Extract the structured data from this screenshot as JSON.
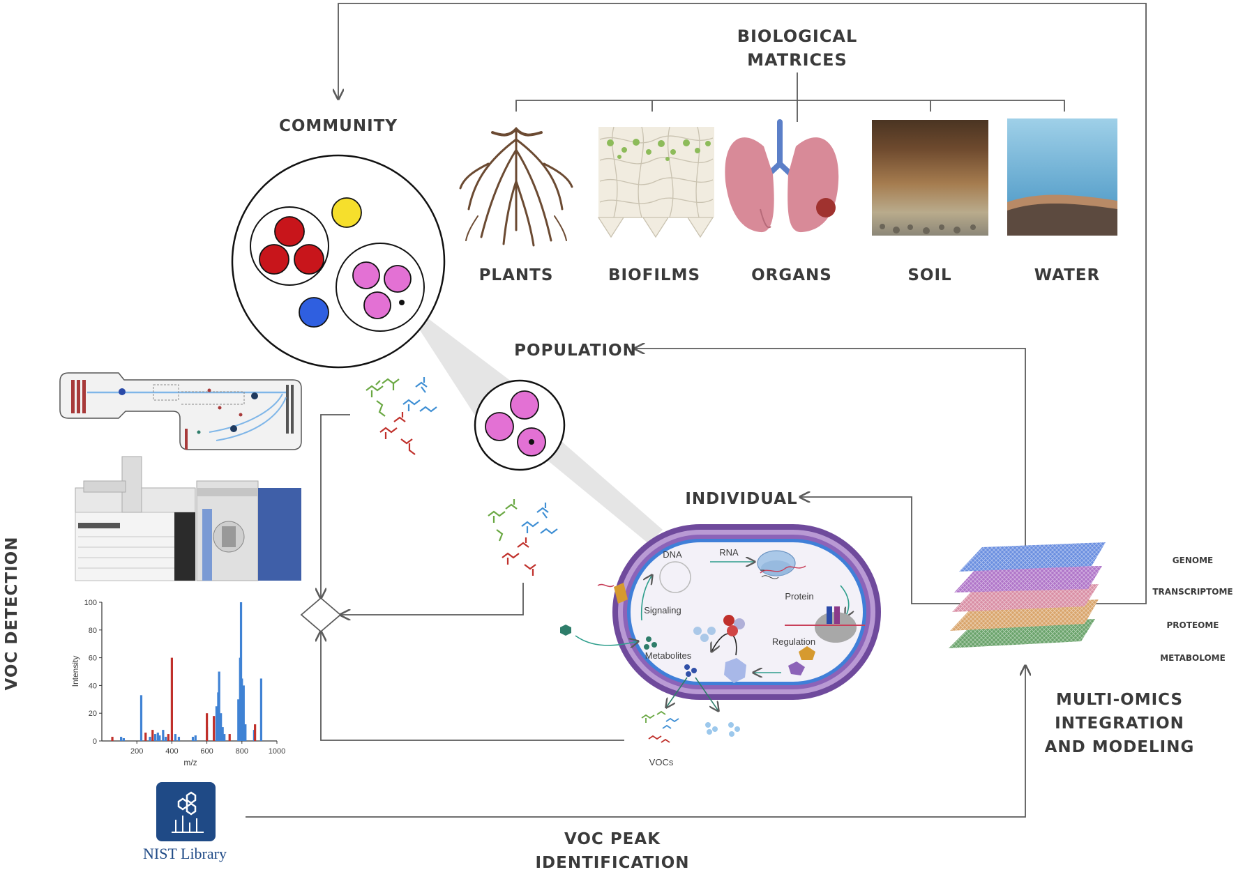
{
  "labels": {
    "biological_matrices": [
      "BIOLOGICAL",
      "MATRICES"
    ],
    "community": "COMMUNITY",
    "population": "POPULATION",
    "individual": "INDIVIDUAL",
    "voc_detection": "VOC DETECTION",
    "voc_peak_identification": [
      "VOC PEAK",
      "IDENTIFICATION"
    ],
    "multi_omics": [
      "MULTI-OMICS",
      "INTEGRATION",
      "AND MODELING"
    ],
    "nist_library": "NIST Library"
  },
  "matrices": [
    "PLANTS",
    "BIOFILMS",
    "ORGANS",
    "SOIL",
    "WATER"
  ],
  "omics_layers": [
    "GENOME",
    "TRANSCRIPTOME",
    "PROTEOME",
    "METABOLOME"
  ],
  "cell_labels": {
    "dna": "DNA",
    "rna": "RNA",
    "protein": "Protein",
    "signaling": "Signaling",
    "regulation": "Regulation",
    "metabolites": "Metabolites",
    "vocs": "VOCs"
  },
  "colors": {
    "line": "#5a5a5a",
    "red_cell": "#c8151b",
    "pink_cell": "#e371d4",
    "yellow_cell": "#f6df2c",
    "blue_cell": "#2f5fe0",
    "membrane_outer": "#6f4a9c",
    "membrane_inner": "#3f7fd8",
    "nist_blue": "#1f4a86",
    "spectrum_blue": "#3f82d4",
    "spectrum_red": "#c0302b",
    "genome": "#6b8fe0",
    "transcriptome": "#b076c9",
    "proteome": "#d98fa5",
    "proteome2": "#d9a56c",
    "metabolome": "#6aa36b"
  },
  "chart_data": {
    "type": "bar",
    "xlabel": "m/z",
    "ylabel": "Intensity",
    "xlim": [
      0,
      1000
    ],
    "ylim": [
      0,
      100
    ],
    "xticks": [
      200,
      400,
      600,
      800,
      1000
    ],
    "yticks": [
      0,
      20,
      40,
      60,
      80,
      100
    ],
    "series": [
      {
        "color": "blue",
        "x": [
          110,
          125,
          225,
          275,
          305,
          320,
          330,
          350,
          365,
          420,
          440,
          520,
          535,
          600,
          655,
          665,
          670,
          680,
          690,
          700,
          780,
          790,
          795,
          800,
          810,
          820,
          870,
          910
        ],
        "values": [
          3,
          2,
          33,
          3,
          5,
          6,
          4,
          8,
          3,
          5,
          3,
          3,
          4,
          10,
          25,
          35,
          50,
          20,
          10,
          5,
          30,
          60,
          100,
          45,
          40,
          12,
          8,
          45
        ]
      },
      {
        "color": "red",
        "x": [
          60,
          250,
          290,
          380,
          400,
          600,
          640,
          730,
          875
        ],
        "values": [
          3,
          6,
          8,
          5,
          60,
          20,
          18,
          5,
          12
        ]
      }
    ]
  }
}
